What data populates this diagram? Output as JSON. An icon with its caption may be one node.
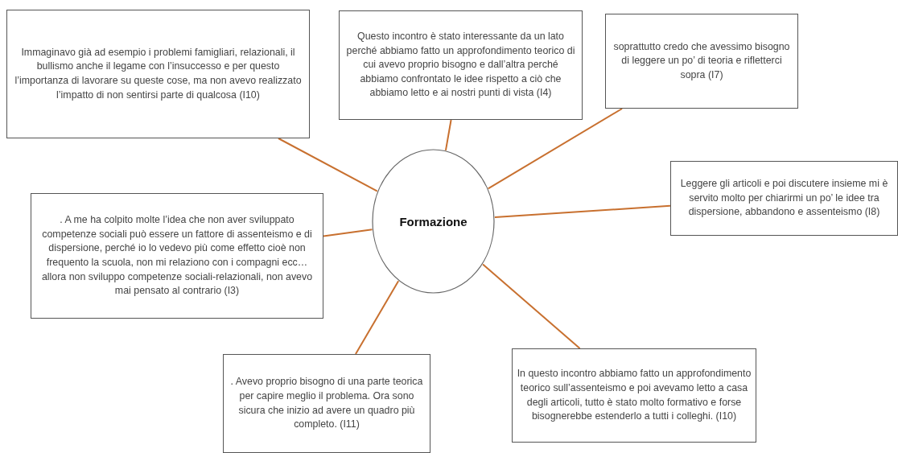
{
  "diagram": {
    "nodes": [
      {
        "text": [
          "Formazione"
        ]
      },
      {
        "text": [
          "Immaginavo già ad esempio i problemi famigliari, relazionali, il bullismo anche il legame con l’insuccesso e per questo l’importanza di lavorare su queste cose, ma non avevo realizzato l’impatto di non sentirsi parte di qualcosa (I10)"
        ]
      },
      {
        "text": [
          "Questo incontro è stato interessante da un lato perché abbiamo fatto un approfondimento teorico di cui avevo proprio bisogno e dall’altra perché abbiamo confrontato le idee rispetto a ciò che abbiamo letto e ai nostri punti di vista (I4)"
        ]
      },
      {
        "text": [
          "soprattutto credo che avessimo bisogno di leggere un po’ di teoria e rifletterci sopra (I7)"
        ]
      },
      {
        "text": [
          "Leggere gli articoli e poi discutere insieme mi è servito molto per chiarirmi un po’ le idee tra dispersione, abbandono e assenteismo (I8)"
        ]
      },
      {
        "text": [
          ". A me ha colpito molte l’idea che non aver sviluppato competenze sociali può essere un fattore di assenteismo e di dispersione, perché io lo vedevo più come effetto cioè non frequento la scuola, non mi relaziono con i compagni ecc…allora non sviluppo competenze sociali-relazionali, non avevo mai pensato al contrario (I3)"
        ]
      },
      {
        "text": [
          ". Avevo proprio bisogno di una parte teorica per capire meglio il problema. Ora sono sicura che inizio ad avere un quadro più completo. (I11)"
        ]
      },
      {
        "text": [
          "In questo incontro abbiamo fatto un approfondimento teorico sull’assenteismo e poi avevamo letto a casa degli articoli, tutto è stato molto formativo e forse bisognerebbe estenderlo a tutti i colleghi. (I10)"
        ]
      }
    ],
    "edges": [
      {
        "from": 0,
        "to": 1,
        "arrow": "none"
      },
      {
        "from": 0,
        "to": 2,
        "arrow": "none"
      },
      {
        "from": 0,
        "to": 3,
        "arrow": "none"
      },
      {
        "from": 0,
        "to": 4,
        "arrow": "none"
      },
      {
        "from": 0,
        "to": 5,
        "arrow": "none"
      },
      {
        "from": 0,
        "to": 6,
        "arrow": "none"
      },
      {
        "from": 0,
        "to": 7,
        "arrow": "none"
      }
    ]
  }
}
